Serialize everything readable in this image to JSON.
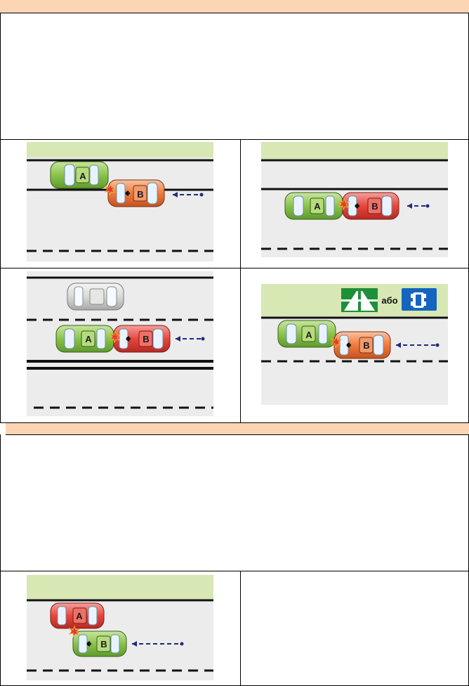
{
  "sign_or_label": "або",
  "car_labels": {
    "a": "A",
    "b": "B"
  },
  "colors": {
    "header_band": "#fcd5b4",
    "verge_green": "#d7e8b4",
    "road_gray": "#ececec",
    "car_a_green": "#8bc34a",
    "car_b_red": "#e8463c",
    "car_b_orange": "#f07a3c",
    "car_gray": "#d9d9d9",
    "arrow_navy": "#1f2a7a",
    "sign_green": "#1f8f3a",
    "sign_blue": "#1565c0"
  },
  "icons": [
    "impact-star-icon",
    "direction-arrow-icon",
    "motorway-sign-icon",
    "carriageway-sign-icon"
  ]
}
